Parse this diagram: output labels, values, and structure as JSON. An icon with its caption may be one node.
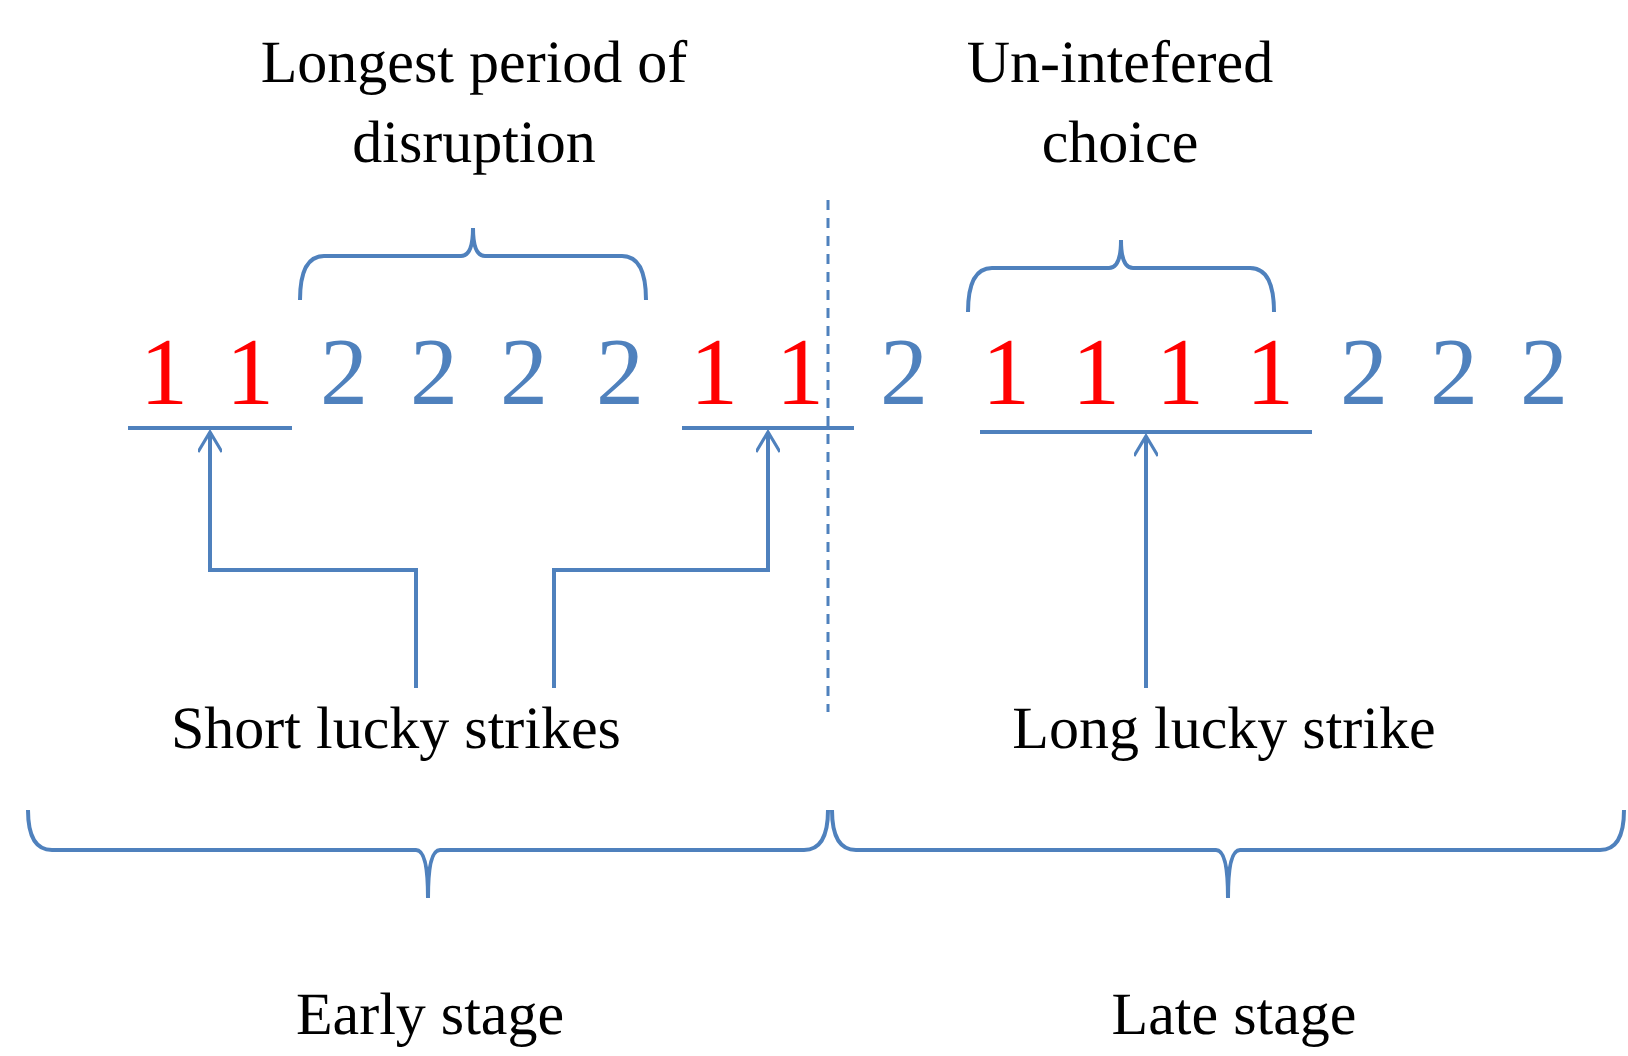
{
  "diagram": {
    "nodes": [
      {
        "text": [
          "Short lucky strikes"
        ]
      },
      {
        "text": [],
        "shape": "bar"
      },
      {
        "text": [],
        "shape": "bar"
      },
      {
        "text": [
          "Long lucky strike"
        ]
      },
      {
        "text": [],
        "shape": "bar"
      }
    ],
    "edges": [
      {
        "from": 0,
        "to": 1,
        "arrow": "to"
      },
      {
        "from": 0,
        "to": 2,
        "arrow": "to"
      },
      {
        "from": 3,
        "to": 4,
        "arrow": "to"
      }
    ],
    "labels": [
      "Longest period of disruption",
      "Un-intefered choice",
      "1",
      "1",
      "2",
      "2",
      "2",
      "2",
      "1",
      "1",
      "2",
      "1",
      "1",
      "1",
      "1",
      "2",
      "2",
      "2",
      "Early stage",
      "Late stage"
    ]
  }
}
